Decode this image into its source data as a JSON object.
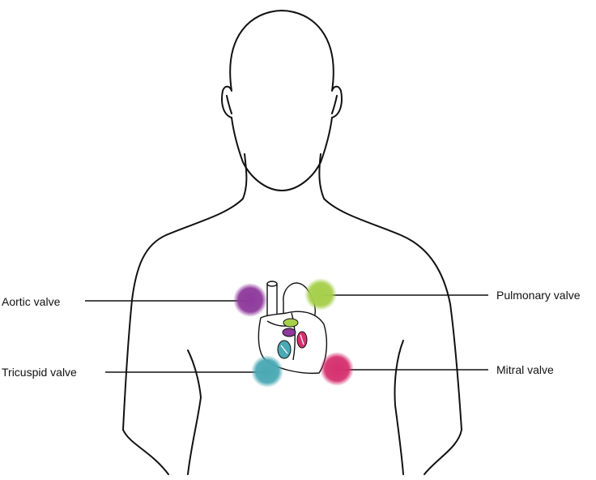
{
  "labels": {
    "aortic": "Aortic valve",
    "tricuspid": "Tricuspid valve",
    "pulmonary": "Pulmonary valve",
    "mitral": "Mitral valve"
  },
  "colors": {
    "aortic": "#8e3a9c",
    "pulmonary": "#a6cf4a",
    "tricuspid": "#4aa9b4",
    "mitral": "#d5316f",
    "outline": "#111111"
  }
}
